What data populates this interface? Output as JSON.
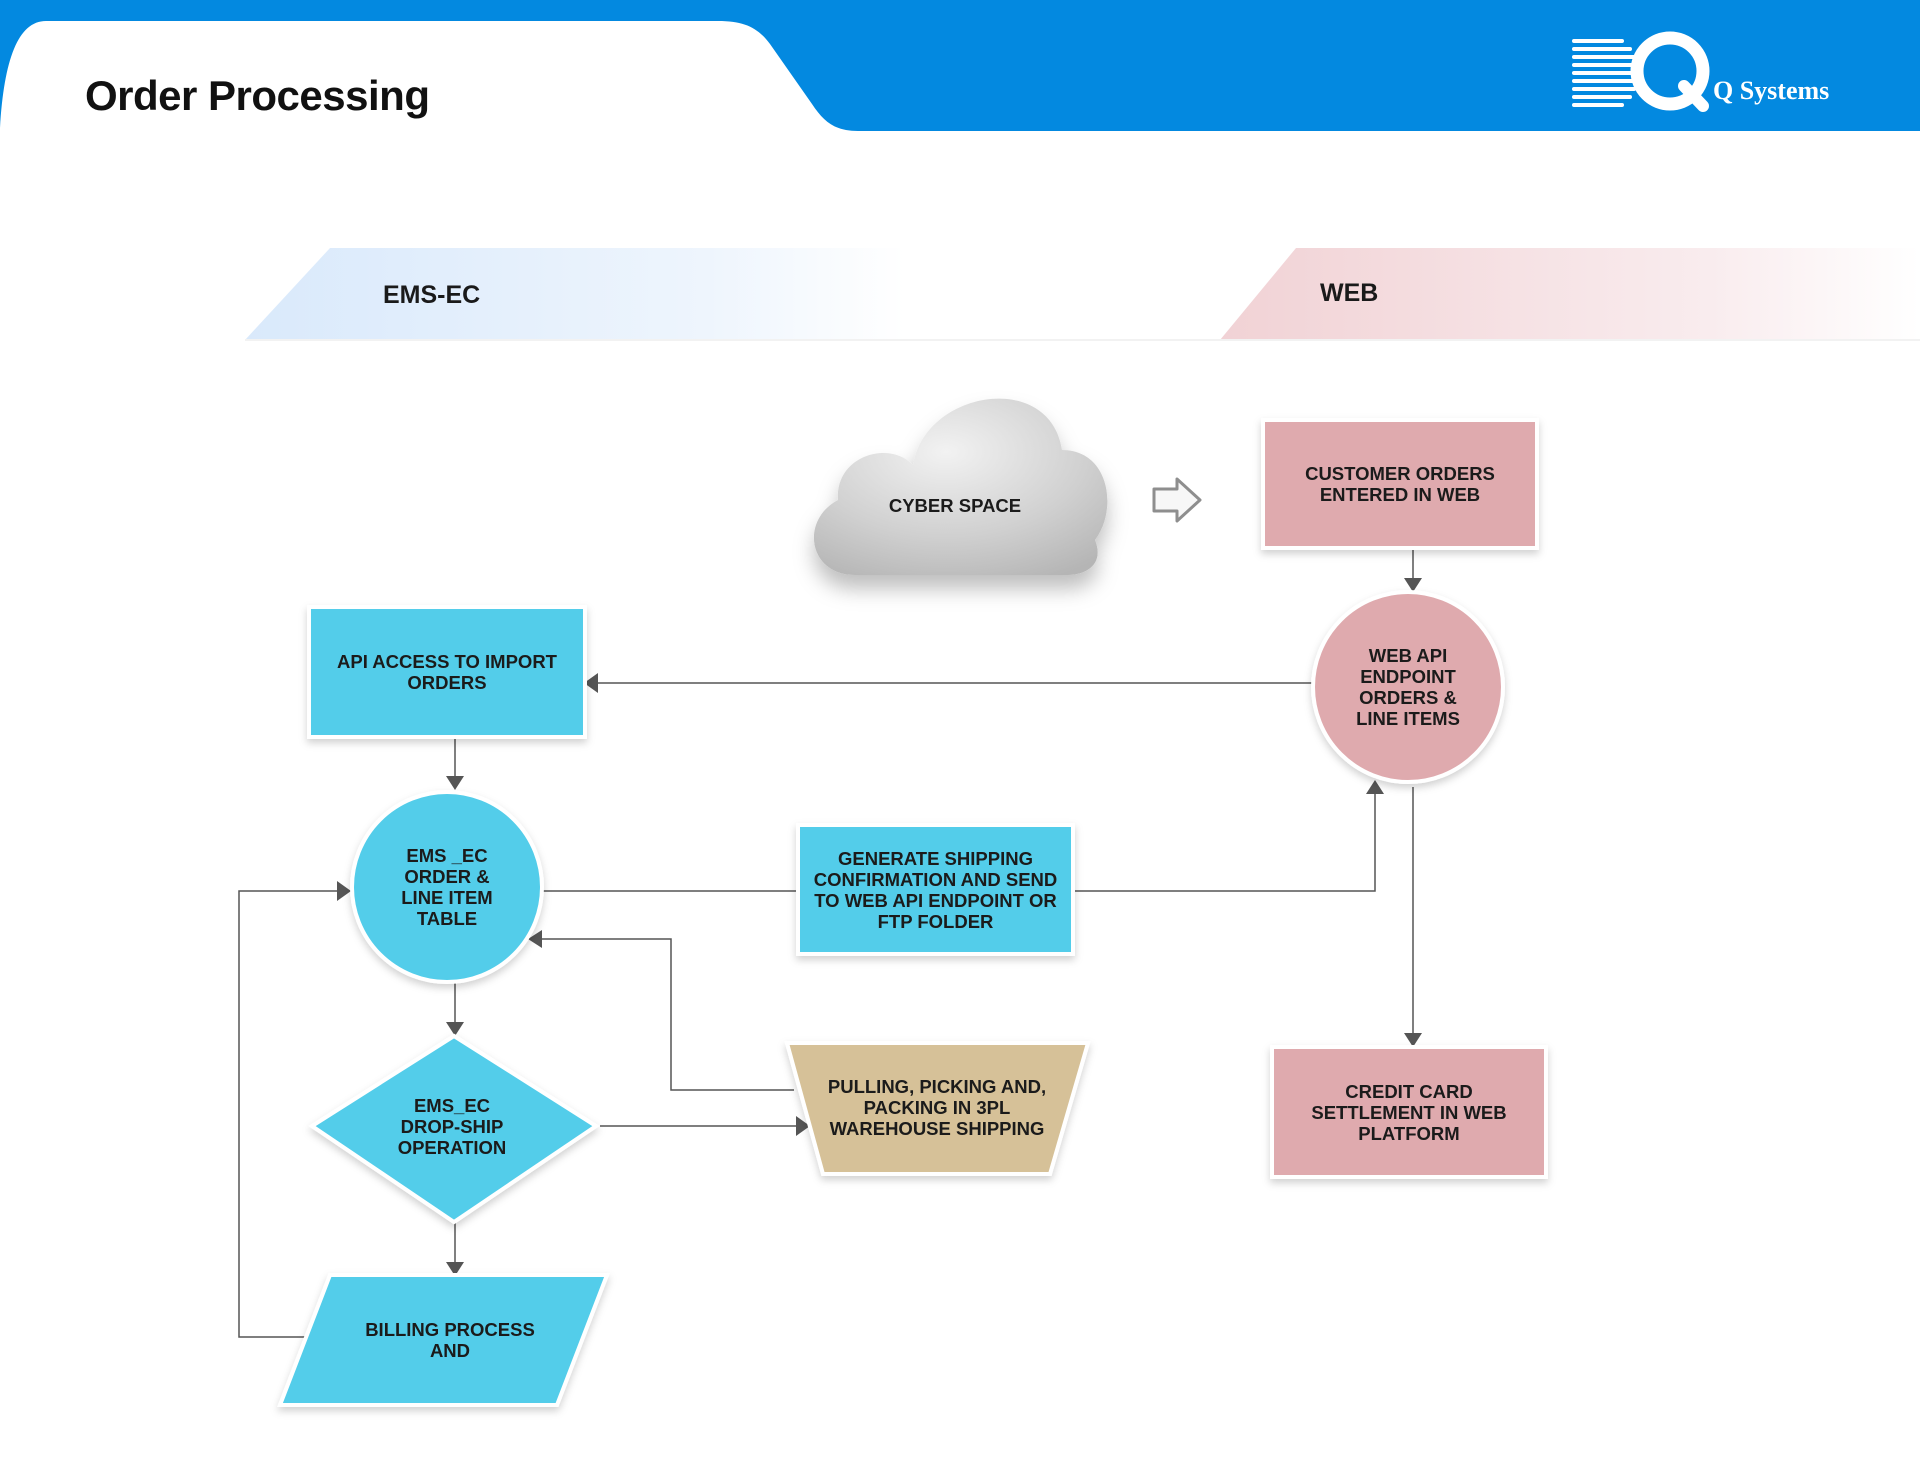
{
  "header": {
    "title": "Order Processing",
    "brand_name": "Q Systems",
    "brand_color": "#0389e0"
  },
  "lanes": [
    {
      "label": "EMS-EC",
      "color": "#dbeafc"
    },
    {
      "label": "WEB",
      "color": "#f2d8da"
    }
  ],
  "nodes": {
    "cyber_space": "CYBER SPACE",
    "customer_orders": "CUSTOMER ORDERS\nENTERED IN WEB",
    "web_api_endpoint": "WEB API\nENDPOINT\nORDERS &\nLINE ITEMS",
    "api_access": "API ACCESS TO IMPORT\nORDERS",
    "order_table": "EMS _EC\nORDER &\nLINE ITEM\nTABLE",
    "generate_shipping": "GENERATE SHIPPING\nCONFIRMATION AND SEND\nTO WEB API ENDPOINT OR\nFTP FOLDER",
    "drop_ship": "EMS_EC\nDROP-SHIP\nOPERATION",
    "pulling_picking": "PULLING, PICKING AND,\nPACKING IN 3PL\nWAREHOUSE SHIPPING",
    "billing": "BILLING PROCESS\nAND",
    "credit_card": "CREDIT CARD\nSETTLEMENT IN WEB\nPLATFORM"
  },
  "colors": {
    "ems_node": "#52cdea",
    "web_node": "#dfaaae",
    "warehouse_node": "#d6c198",
    "connector": "#555555",
    "cloud": "#c9c9c9"
  }
}
